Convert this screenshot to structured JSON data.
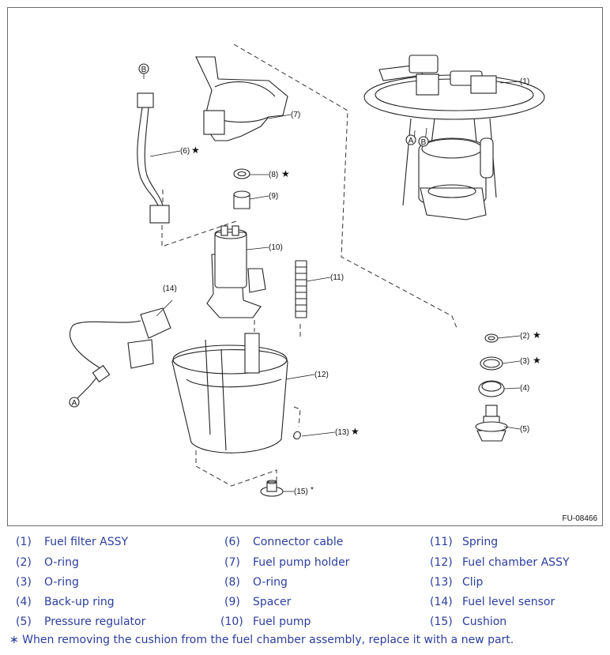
{
  "figure_code": "FU-08466",
  "callouts": {
    "c1": "(1)",
    "c2": "(2)",
    "c3": "(3)",
    "c4": "(4)",
    "c5": "(5)",
    "c6": "(6)",
    "c7": "(7)",
    "c8": "(8)",
    "c9": "(9)",
    "c10": "(10)",
    "c11": "(11)",
    "c12": "(12)",
    "c13": "(13)",
    "c14": "(14)",
    "c15": "(15)",
    "star": "★",
    "asterisk": "*",
    "conn_a": "A",
    "conn_b": "B"
  },
  "legend": {
    "col1": [
      {
        "num": "(1)",
        "name": "Fuel filter ASSY"
      },
      {
        "num": "(2)",
        "name": "O-ring"
      },
      {
        "num": "(3)",
        "name": "O-ring"
      },
      {
        "num": "(4)",
        "name": "Back-up ring"
      },
      {
        "num": "(5)",
        "name": "Pressure regulator"
      }
    ],
    "col2": [
      {
        "num": "(6)",
        "name": "Connector cable"
      },
      {
        "num": "(7)",
        "name": "Fuel pump holder"
      },
      {
        "num": "(8)",
        "name": "O-ring"
      },
      {
        "num": "(9)",
        "name": "Spacer"
      },
      {
        "num": "(10)",
        "name": "Fuel pump"
      }
    ],
    "col3": [
      {
        "num": "(11)",
        "name": "Spring"
      },
      {
        "num": "(12)",
        "name": "Fuel chamber ASSY"
      },
      {
        "num": "(13)",
        "name": "Clip"
      },
      {
        "num": "(14)",
        "name": "Fuel level sensor"
      },
      {
        "num": "(15)",
        "name": "Cushion"
      }
    ]
  },
  "footnote": "∗ When removing the cushion from the fuel chamber assembly, replace it with a new part."
}
